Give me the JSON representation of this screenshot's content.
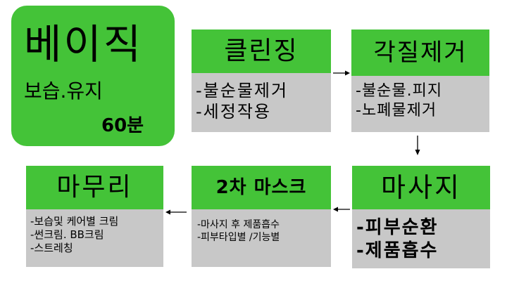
{
  "main": {
    "title": "베이직",
    "subtitle": "보습.유지",
    "duration": "60분"
  },
  "steps": [
    {
      "title": "클린징",
      "items": [
        "-불순물제거",
        "-세정작용"
      ]
    },
    {
      "title": "각질제거",
      "items": [
        "-불순물.피지",
        "-노폐물제거"
      ]
    },
    {
      "title": "마사지",
      "items": [
        "-피부순환",
        "-제품흡수"
      ]
    },
    {
      "title": "2차 마스크",
      "items": [
        "-마사지 후 제품흡수",
        "-피부타입별 /기능별"
      ]
    },
    {
      "title": "마무리",
      "items": [
        "-보습및 케어별 크림",
        "-썬크림. BB크림",
        "-스트레칭"
      ]
    }
  ],
  "colors": {
    "accent": "#44c338",
    "panel": "#c8c8c8",
    "arrow": "#000000"
  }
}
